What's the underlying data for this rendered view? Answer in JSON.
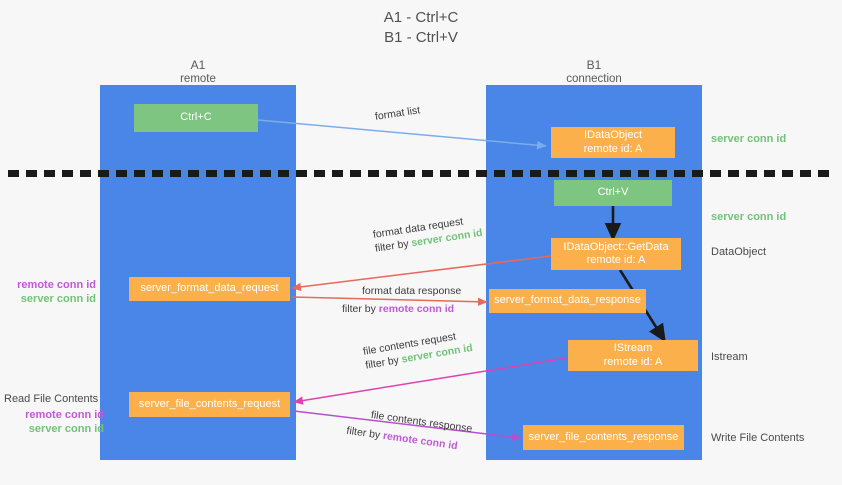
{
  "title": {
    "line1": "A1 - Ctrl+C",
    "line2": "B1 - Ctrl+V"
  },
  "columns": [
    {
      "name": "A1",
      "subtitle": "remote"
    },
    {
      "name": "B1",
      "subtitle": "connection"
    }
  ],
  "nodes": {
    "ctrl_c": {
      "line1": "Ctrl+C",
      "line2": ""
    },
    "idataobject": {
      "line1": "IDataObject",
      "line2": "remote id: A"
    },
    "ctrl_v": {
      "line1": "Ctrl+V",
      "line2": ""
    },
    "getdata": {
      "line1": "IDataObject::GetData",
      "line2": "remote id: A"
    },
    "format_data_request": {
      "line1": "server_format_data_request",
      "line2": ""
    },
    "format_data_response": {
      "line1": "server_format_data_response",
      "line2": ""
    },
    "istream": {
      "line1": "IStream",
      "line2": "remote id: A"
    },
    "file_contents_request": {
      "line1": "server_file_contents_request",
      "line2": ""
    },
    "file_contents_response": {
      "line1": "server_file_contents_response",
      "line2": ""
    }
  },
  "edges": {
    "format_list": {
      "label": "format list"
    },
    "format_data_request": {
      "label": "format data request",
      "filter_prefix": "filter by ",
      "filter_key": "server conn id"
    },
    "format_data_response": {
      "label": "format data response",
      "filter_prefix": "filter by ",
      "filter_key": "remote conn id"
    },
    "file_contents_request": {
      "label": "file contents request",
      "filter_prefix": "filter by ",
      "filter_key": "server conn id"
    },
    "file_contents_response": {
      "label": "file contents response",
      "filter_prefix": "filter by ",
      "filter_key": "remote conn id"
    }
  },
  "right_labels": {
    "server_conn_id_top": "server conn id",
    "server_conn_id_mid": "server conn id",
    "dataobject": "DataObject",
    "istream": "Istream",
    "write_file_contents": "Write File Contents"
  },
  "left_labels": {
    "remote_conn_id_1": "remote conn id",
    "server_conn_id_1": "server conn id",
    "read_file_contents": "Read File Contents",
    "remote_conn_id_2": "remote conn id",
    "server_conn_id_2": "server conn id"
  },
  "colors": {
    "lane": "#4a86e8",
    "green_node": "#7dc580",
    "orange_node": "#fbb04c",
    "green_text": "#72c279",
    "purple_text": "#c05ad6",
    "blue_arrow": "#7aaeea",
    "red_arrow": "#e8685a",
    "purple_arrow": "#b74fd0",
    "magenta_arrow": "#e040b0",
    "black_arrow": "#1a1a1a",
    "background": "#f7f7f7"
  }
}
